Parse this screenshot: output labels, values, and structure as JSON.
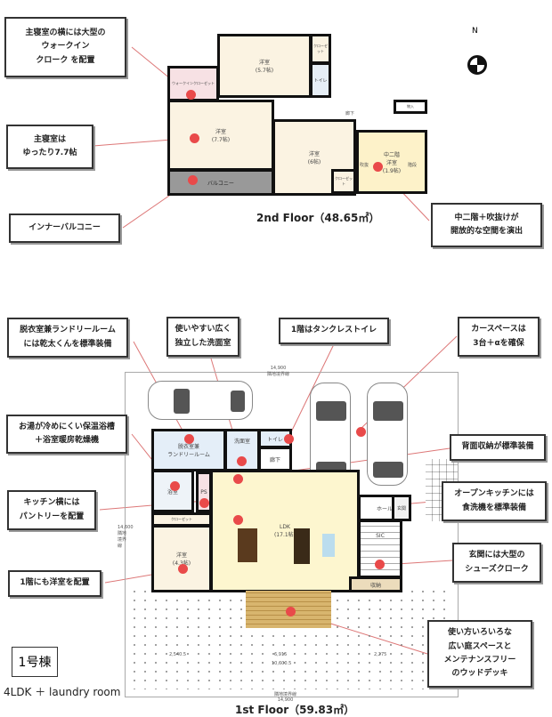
{
  "compass_label": "N",
  "second_floor": {
    "title": "2nd Floor（48.65㎡）",
    "rooms": {
      "wic": "ウォークインクローゼット",
      "bed1": "洋室\n(5.7帖)",
      "closet1": "クローゼット",
      "toilet": "トイレ",
      "master": "洋室\n(7.7帖)",
      "bed2": "洋室\n(6帖)",
      "closet2": "クローゼット",
      "hall": "廊下",
      "storage": "物入",
      "mezz": "中二階\n洋室\n(1.9帖)",
      "stairs": "階段",
      "void": "吹抜",
      "balcony": "バルコニー"
    },
    "callouts": [
      "主寝室の横には大型の\nウォークイン\nクローク を配置",
      "主寝室は\nゆったり7.7帖",
      "インナーバルコニー",
      "中二階＋吹抜けが\n開放的な空間を演出"
    ]
  },
  "first_floor": {
    "title": "1st Floor（59.83㎡）",
    "rooms": {
      "laundry": "脱衣室兼\nランドリールーム",
      "washroom": "洗面室",
      "toilet": "トイレ",
      "hall": "廊下",
      "bath": "浴室",
      "pantry": "PS",
      "closet": "クローゼット",
      "bed": "洋室\n(4.3帖)",
      "ldk": "LDK\n(17.1帖)",
      "entry_hall": "ホール",
      "genkan": "玄関",
      "sic": "SIC",
      "storage": "収納"
    },
    "dimensions": {
      "top": "14,900\n隣地境界線",
      "left": "14,600\n隣地境界線",
      "d1": "2,540.5",
      "d2": "6,915",
      "d3": "2,275",
      "total": "10,600.5",
      "bottom": "隣地境界線\n14,900"
    },
    "callouts": [
      "脱衣室兼ランドリールーム\nには乾太くんを標準装備",
      "使いやすい広く\n独立した洗面室",
      "1階はタンクレストイレ",
      "カースペースは\n3台＋αを確保",
      "お湯が冷めにくい保温浴槽\n＋浴室暖房乾燥機",
      "背面収納が標準装備",
      "キッチン横には\nパントリーを配置",
      "オープンキッチンには\n食洗機を標準装備",
      "玄関には大型の\nシューズクローク",
      "1階にも洋室を配置",
      "使い方いろいろな\n広い庭スペースと\nメンテナンスフリー\nのウッドデッキ"
    ]
  },
  "unit_label": "1号棟",
  "layout_label": "4LDK ＋ laundry room",
  "colors": {
    "accent_dot": "#e94a4a",
    "room_fill": "#fbf3e2",
    "ldk_fill": "#fdf6cf",
    "deck": "#d8b56e"
  }
}
